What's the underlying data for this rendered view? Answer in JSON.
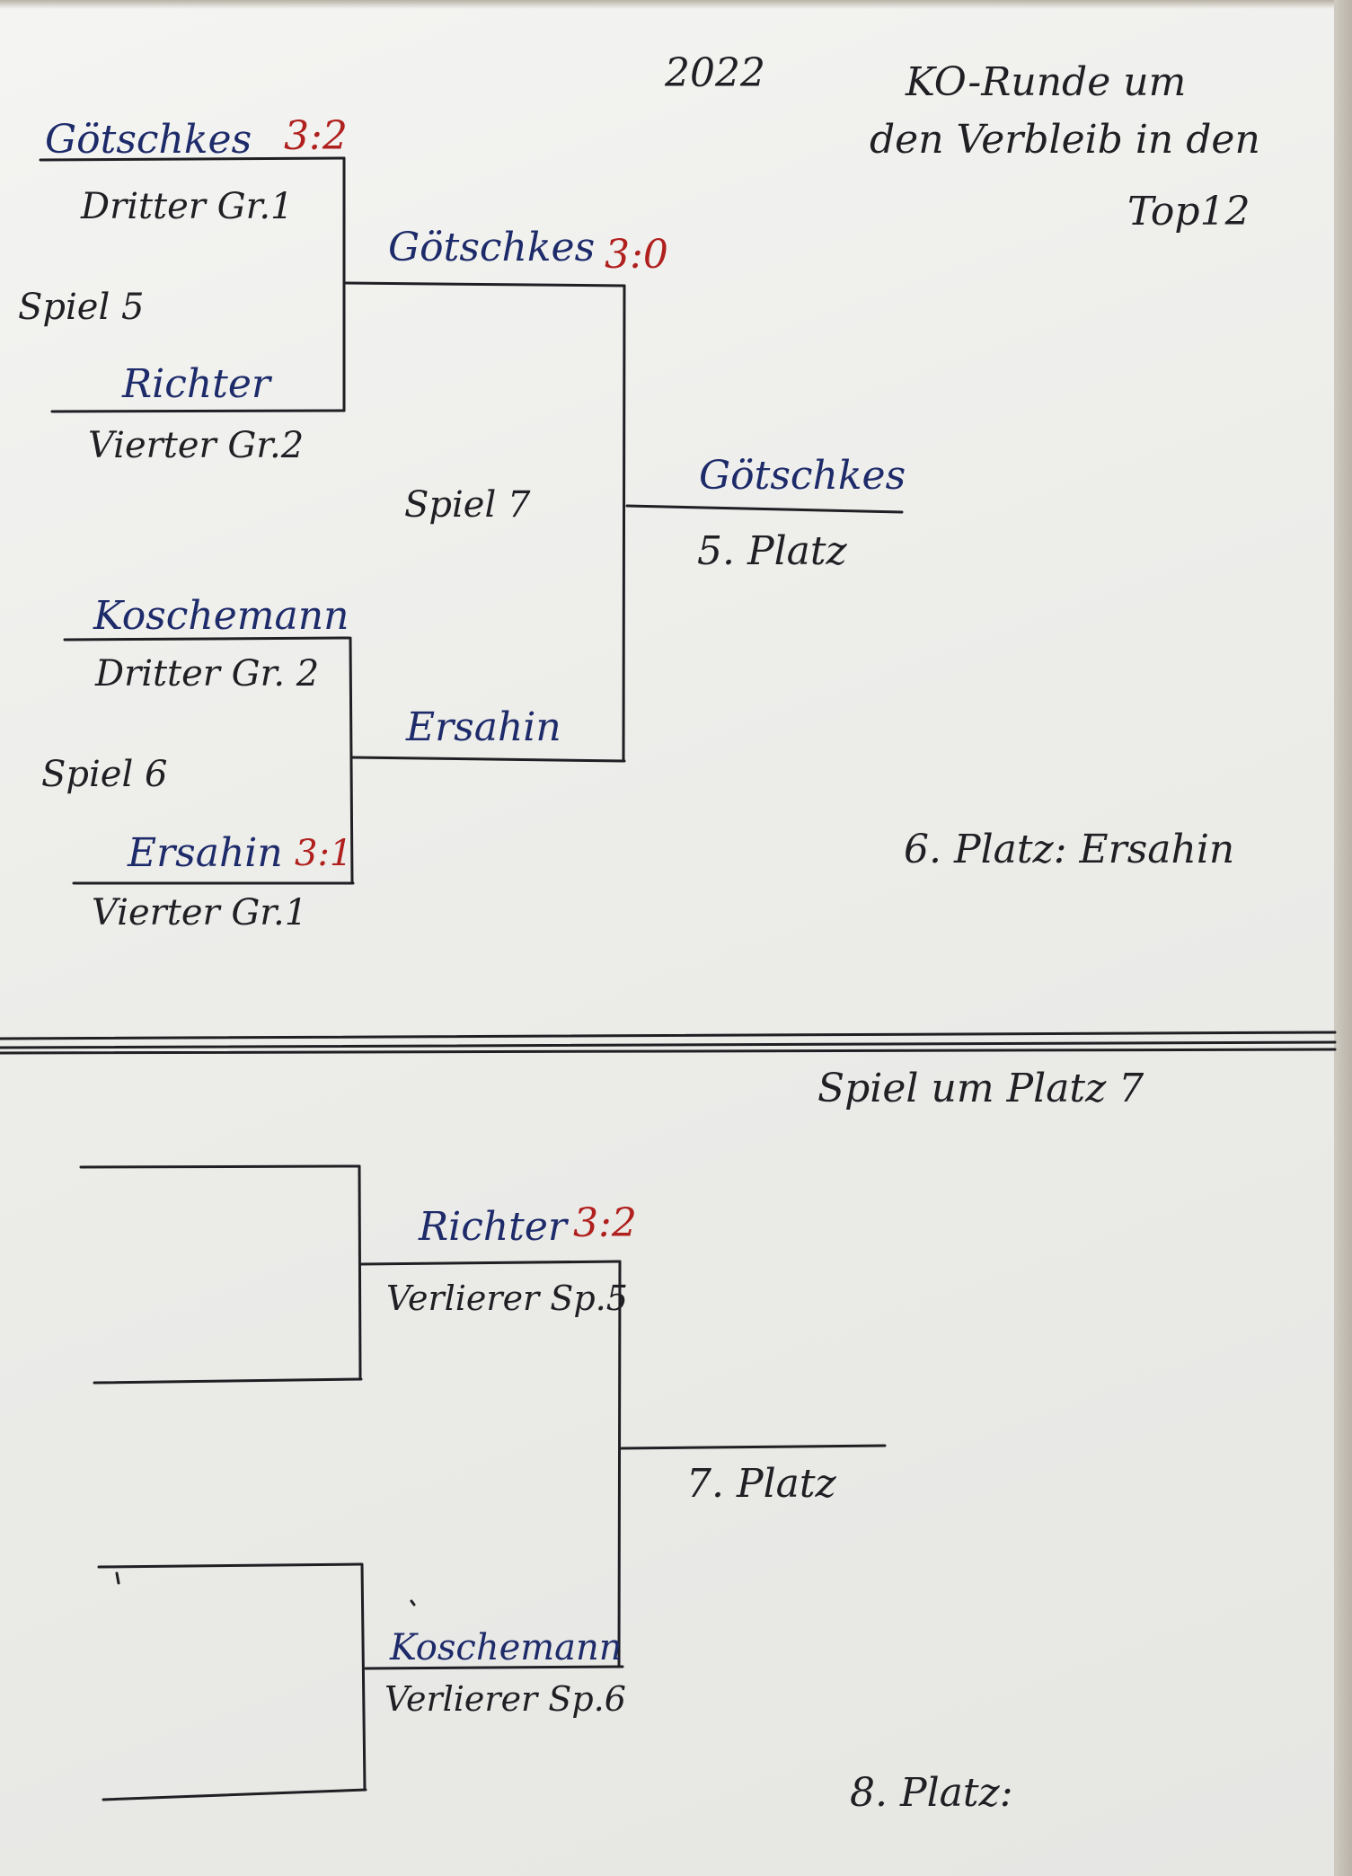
{
  "header": {
    "year": "2022",
    "title_line1": "KO-Runde um",
    "title_line2": "den Verbleib in den",
    "title_line3": "Top12"
  },
  "upper_bracket": {
    "game5": {
      "label": "Spiel 5",
      "slot1": {
        "name": "Götschkes",
        "score": "3:2",
        "seed": "Dritter Gr.1"
      },
      "slot2": {
        "name": "Richter",
        "seed": "Vierter Gr.2"
      }
    },
    "game6": {
      "label": "Spiel 6",
      "slot1": {
        "name": "Koschemann",
        "seed": "Dritter Gr. 2"
      },
      "slot2": {
        "name": "Ersahin",
        "score": "3:1",
        "seed": "Vierter Gr.1"
      }
    },
    "game7": {
      "label": "Spiel 7",
      "slot1": {
        "name": "Götschkes",
        "score": "3:0"
      },
      "slot2": {
        "name": "Ersahin"
      }
    },
    "winner": {
      "name": "Götschkes",
      "place": "5. Platz"
    },
    "sixth_place": "6. Platz: Ersahin"
  },
  "lower_bracket": {
    "title": "Spiel um Platz 7",
    "slot1": {
      "name": "Richter",
      "score": "3:2",
      "seed": "Verlierer Sp.5"
    },
    "slot2": {
      "name": "Koschemann",
      "seed": "Verlierer Sp.6"
    },
    "seventh_place": "7. Platz",
    "eighth_place": "8. Platz:"
  },
  "colors": {
    "paper": "#ececea",
    "ink_black": "#1f1f24",
    "ink_blue": "#1e2b6a",
    "ink_red": "#b0201e"
  }
}
